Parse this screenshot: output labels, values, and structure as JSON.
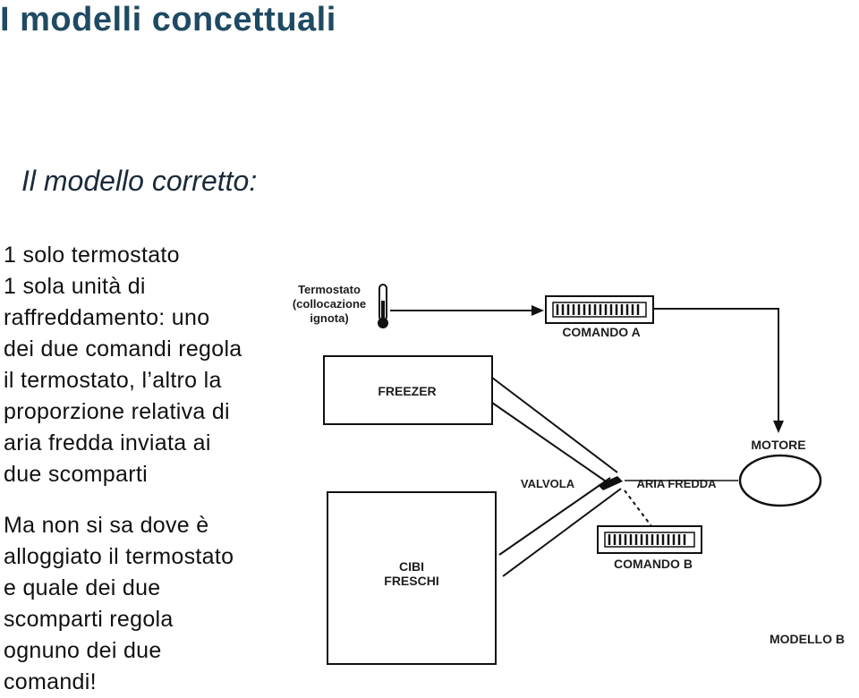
{
  "title": "I modelli concettuali",
  "subtitle": "Il modello corretto:",
  "paragraph1": [
    "1 solo termostato",
    "1 sola unità di",
    "raffreddamento: uno",
    "dei due comandi regola",
    "il termostato, l’altro la",
    "proporzione relativa di",
    "aria fredda inviata ai",
    "due scomparti"
  ],
  "paragraph2": [
    "Ma non si sa dove è",
    "alloggiato il termostato",
    "e quale dei due",
    "scomparti regola",
    "ognuno dei due",
    "comandi!"
  ],
  "diagram": {
    "thermostat_label": [
      "Termostato",
      "(collocazione",
      "ignota)"
    ],
    "control_a": "COMANDO A",
    "freezer": "FREEZER",
    "motor": "MOTORE",
    "valve": "VALVOLA",
    "cold_air": "ARIA FREDDA",
    "fresh_food": [
      "CIBI",
      "FRESCHI"
    ],
    "control_b": "COMANDO B",
    "model": "MODELLO B"
  }
}
